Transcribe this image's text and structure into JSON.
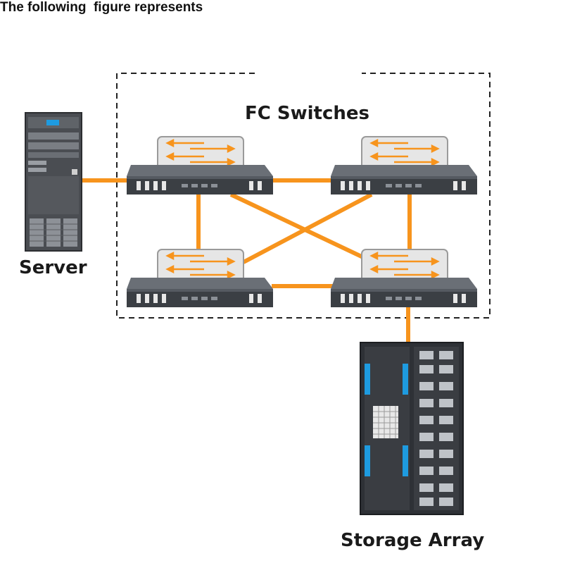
{
  "intro": {
    "text": "The following  figure represents"
  },
  "labels": {
    "fc_switches": "FC Switches",
    "server": "Server",
    "storage_array": "Storage Array"
  },
  "colors": {
    "link": "#f7941d",
    "switch_body": "#3b3f44",
    "switch_top": "#5a5f66",
    "switch_panel": "#e6e6e6",
    "arrow": "#f7941d",
    "server_body": "#4a4d52",
    "storage_body": "#2e3136",
    "storage_accent": "#1e9be0"
  }
}
